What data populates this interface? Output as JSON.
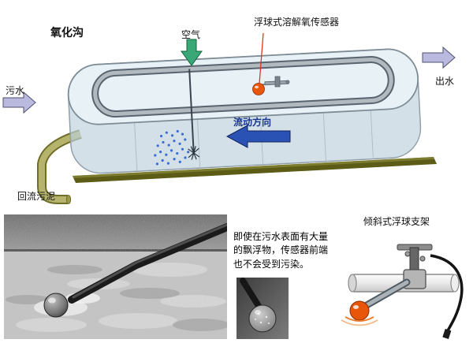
{
  "diagram": {
    "title": "氧化沟",
    "air": "空气",
    "sensor": "浮球式溶解氧传感器",
    "inflow": "污水",
    "outflow": "出水",
    "flow_direction": "流动方向",
    "return_sludge": "回流污泥"
  },
  "photos": {
    "caption": "即使在污水表面有大量的飘浮物，传感器前端也不会受到污染。",
    "bracket_title": "倾斜式浮球支架"
  },
  "colors": {
    "sensor_ball": "#e8560a",
    "flow_arrow": "#2a52b4",
    "air_arrow": "#3aa876",
    "water_arrow": "#b9bade",
    "ground": "#5c5c16",
    "sludge_pipe": "#b6b46c"
  }
}
